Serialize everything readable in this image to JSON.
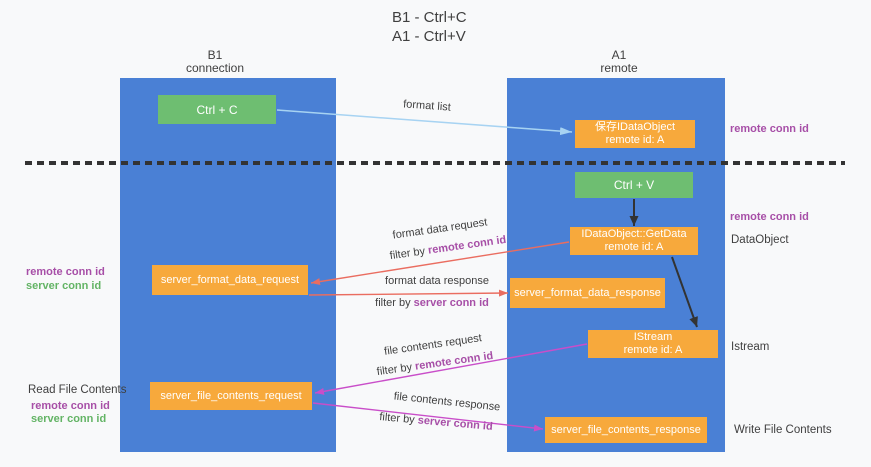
{
  "colors": {
    "bg": "#f8f9fa",
    "column_blue": "#4a80d5",
    "box_green": "#6ebe71",
    "box_orange": "#f7a93c",
    "arrow_lightblue": "#a7d3f2",
    "arrow_black": "#333333",
    "arrow_red": "#ea6d60",
    "arrow_magenta": "#c94ec9",
    "text_dark": "#3f3f3f",
    "text_purple": "#a74fa7",
    "text_green": "#63b465"
  },
  "title": {
    "line1": "B1 - Ctrl+C",
    "line2": "A1 - Ctrl+V"
  },
  "lifelines": {
    "left": {
      "name": "B1",
      "subtitle": "connection"
    },
    "right": {
      "name": "A1",
      "subtitle": "remote"
    }
  },
  "boxes": {
    "ctrl_c": "Ctrl + C",
    "ctrl_v": "Ctrl + V",
    "save_dataobject_line1": "保存IDataObject",
    "save_dataobject_line2": "remote id: A",
    "getdata_line1": "IDataObject::GetData",
    "getdata_line2": "remote id: A",
    "istream_line1": "IStream",
    "istream_line2": "remote id: A",
    "format_request": "server_format_data_request",
    "format_response": "server_format_data_response",
    "file_request": "server_file_contents_request",
    "file_response": "server_file_contents_response"
  },
  "arrow_labels": {
    "format_list": "format list",
    "format_data_request": "format data request",
    "format_data_response": "format data response",
    "file_contents_request": "file contents request",
    "file_contents_response": "file contents response",
    "filter_by": "filter by",
    "remote_conn_id": "remote conn id",
    "server_conn_id": "server conn id"
  },
  "side_labels": {
    "remote_conn_id": "remote conn id",
    "server_conn_id": "server conn id",
    "dataobject": "DataObject",
    "istream": "Istream",
    "read_file_contents": "Read File Contents",
    "write_file_contents": "Write File Contents"
  }
}
